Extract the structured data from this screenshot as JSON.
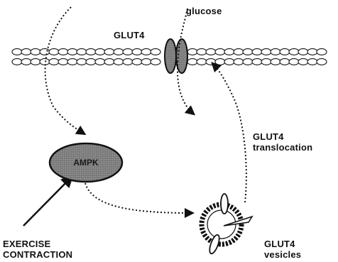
{
  "labels": {
    "glut4_top": "GLUT4",
    "glucose": "glucose",
    "ampk": "AMPK",
    "glut4_translocation_line1": "GLUT4",
    "glut4_translocation_line2": "translocation",
    "exercise_line1": "EXERCISE",
    "exercise_line2": "CONTRACTION",
    "glut4_vesicles_line1": "GLUT4",
    "glut4_vesicles_line2": "vesicles"
  }
}
